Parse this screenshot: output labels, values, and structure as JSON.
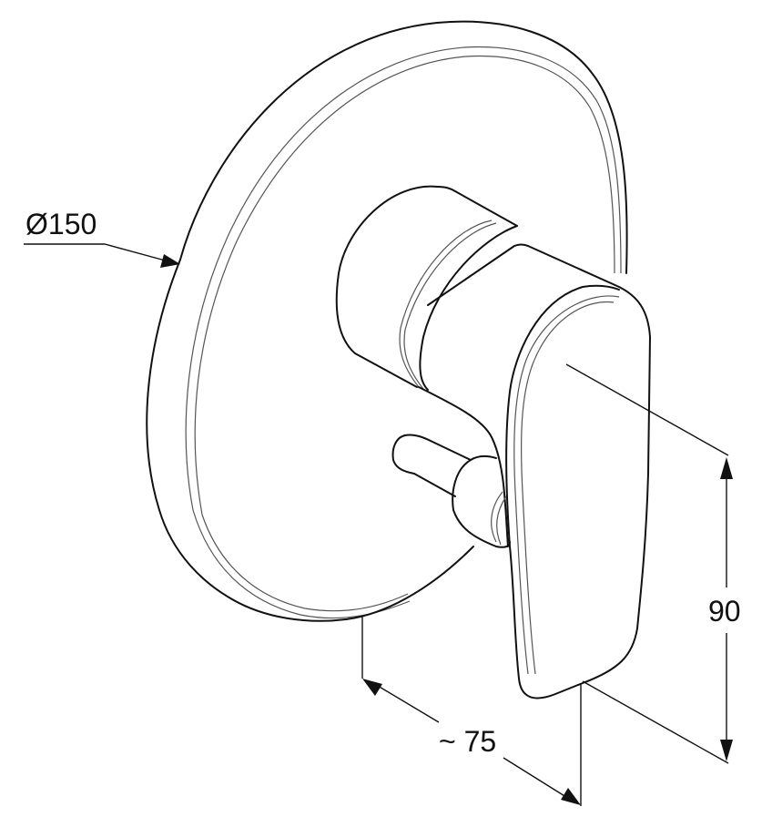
{
  "figure": {
    "type": "dimensioned technical drawing",
    "subject": "concealed single-lever mixer with diverter, round wall plate",
    "line_color": "#111111",
    "background": "#ffffff"
  },
  "dimensions": {
    "diameter": {
      "label": "Ø150",
      "value": 150,
      "description": "wall plate diameter"
    },
    "height": {
      "label": "90",
      "value": 90,
      "description": "lever height"
    },
    "projection": {
      "label": "~ 75",
      "value": 75,
      "approximate": true,
      "description": "projection from wall plate"
    }
  }
}
